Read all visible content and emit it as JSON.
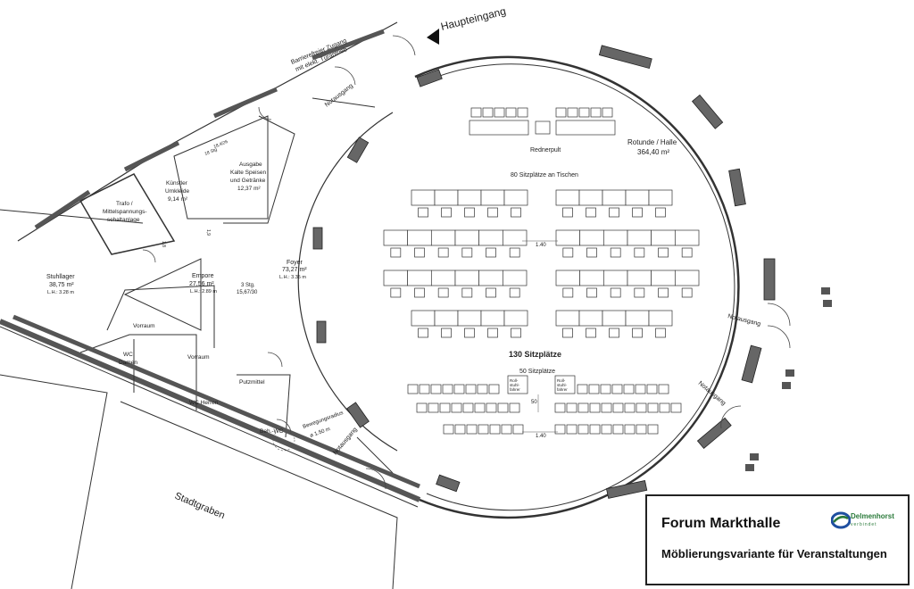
{
  "labels": {
    "haupteingang": "Haupteingang",
    "barrierefrei": "Barrierefreier Zugang",
    "barrierefrei2": "mit elekt. Türantrieb",
    "notausgang": "Notausgang",
    "rednerpult": "Rednerpult",
    "rotunde": "Rotunde / Halle",
    "rotunde_area": "364,40 m²",
    "sitz80": "80  Sitzplätze  an  Tischen",
    "sitz130": "130 Sitzplätze",
    "sitz50": "50  Sitzplätze",
    "rollstuhl1": "Roll-",
    "rollstuhl2": "stuhl-",
    "rollstuhl3": "fahrer",
    "dim140": "1.40",
    "dim50": "50",
    "bewegung1": "Bewegungsradius",
    "bewegung2": "ø 1.50 m",
    "foyer": "Foyer",
    "foyer_area": "73,27 m²",
    "foyer_lh": "L.H.: 3.35 m",
    "empore": "Empore",
    "empore_area": "27,56 m²",
    "empore_lh": "L.H.: 2.89 m",
    "stg": "3 Stg.",
    "stg_dim": "15,67/30",
    "stg2": "18 Stg",
    "stg2_dim": "18,4/26",
    "ausgabe": "Ausgabe",
    "ausgabe2": "Kalte Speisen",
    "ausgabe3": "und Getränke",
    "ausgabe_area": "12,37 m²",
    "kuenstler": "Künstler",
    "kuenstler2": "Umkleide",
    "kuenstler_area": "9,14 m²",
    "trafo": "Trafo /",
    "trafo2": "Mittelspannungs-",
    "trafo3": "schaltanlage",
    "stuhllager": "Stuhllager",
    "stuhllager_area": "38,75 m²",
    "stuhllager_lh": "L.H.: 3.28 m",
    "vorraum": "Vorraum",
    "wc_damen": "WC",
    "wc_damen2": "Damen",
    "wc_herren": "WC Herren",
    "putzmittel": "Putzmittel",
    "behwc": "Beh.-WC",
    "stadtgraben": "Stadtgraben",
    "dim_8": "1,8",
    "dim_9": "1,9"
  },
  "title_box": {
    "title": "Forum Markthalle",
    "subtitle": "Möblierungsvariante für Veranstaltungen",
    "logo_text": "Delmenhorst",
    "logo_sub": "verbindet"
  },
  "colors": {
    "wall": "#555555",
    "line": "#333333",
    "logo_green": "#2a7a3a",
    "logo_blue": "#1f4fa0"
  }
}
